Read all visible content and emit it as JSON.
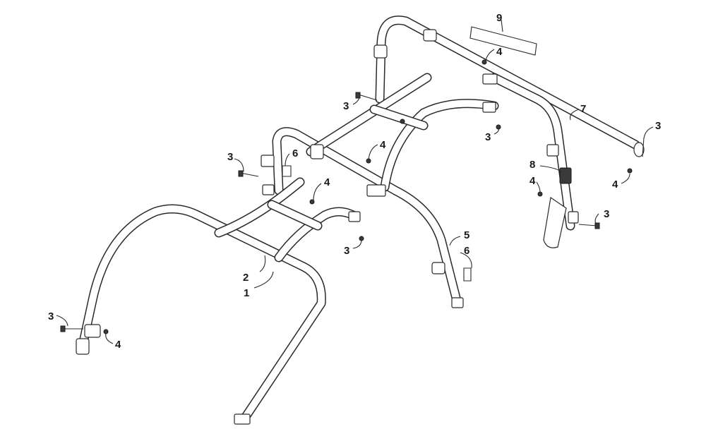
{
  "diagram": {
    "callouts": [
      {
        "id": "c1",
        "label": "1"
      },
      {
        "id": "c2",
        "label": "2"
      },
      {
        "id": "c3a",
        "label": "3"
      },
      {
        "id": "c3b",
        "label": "3"
      },
      {
        "id": "c3c",
        "label": "3"
      },
      {
        "id": "c3d",
        "label": "3"
      },
      {
        "id": "c3e",
        "label": "3"
      },
      {
        "id": "c3f",
        "label": "3"
      },
      {
        "id": "c4a",
        "label": "4"
      },
      {
        "id": "c4b",
        "label": "4"
      },
      {
        "id": "c4c",
        "label": "4"
      },
      {
        "id": "c4d",
        "label": "4"
      },
      {
        "id": "c4e",
        "label": "4"
      },
      {
        "id": "c4f",
        "label": "4"
      },
      {
        "id": "c5",
        "label": "5"
      },
      {
        "id": "c6a",
        "label": "6"
      },
      {
        "id": "c6b",
        "label": "6"
      },
      {
        "id": "c7",
        "label": "7"
      },
      {
        "id": "c8",
        "label": "8"
      },
      {
        "id": "c9",
        "label": "9"
      }
    ]
  }
}
